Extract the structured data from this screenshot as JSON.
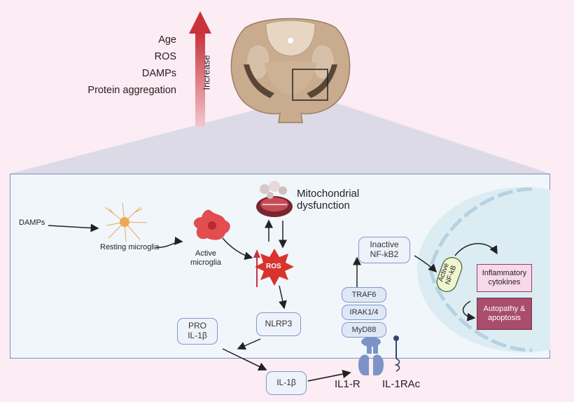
{
  "risk_factors": {
    "items": [
      "Age",
      "ROS",
      "DAMPs",
      "Protein aggregation"
    ],
    "trend_label": "Increase"
  },
  "pathway": {
    "damps_label": "DAMPs",
    "resting_microglia": "Resting microglia",
    "active_microglia": "Active\nmicroglia",
    "mito_title": "Mitochondrial\ndysfunction",
    "ros": "ROS",
    "nlrp3": "NLRP3",
    "pro_il1b": "PRO\nIL-1β",
    "il1b": "IL-1β",
    "receptor_r": "IL1-R",
    "receptor_rac": "IL-1RAc",
    "adaptors": [
      "TRAF6",
      "IRAK1/4",
      "MyD88"
    ],
    "inactive_nfkb": "Inactive\nNF-kB2",
    "active_nfkb": "Active\nNF-kB",
    "inflammatory": "Inflammatory\ncytokines",
    "apoptosis": "Autopathy &\napoptosis"
  },
  "colors": {
    "background": "#fcecf3",
    "panel": "#f1f6fb",
    "arrow_red": "#c8323a",
    "node_border": "#7f97c9",
    "apoptosis_fill": "#a84d6c",
    "inflammatory_fill": "#f8d9ea",
    "nucleus": "#dbedf2"
  }
}
